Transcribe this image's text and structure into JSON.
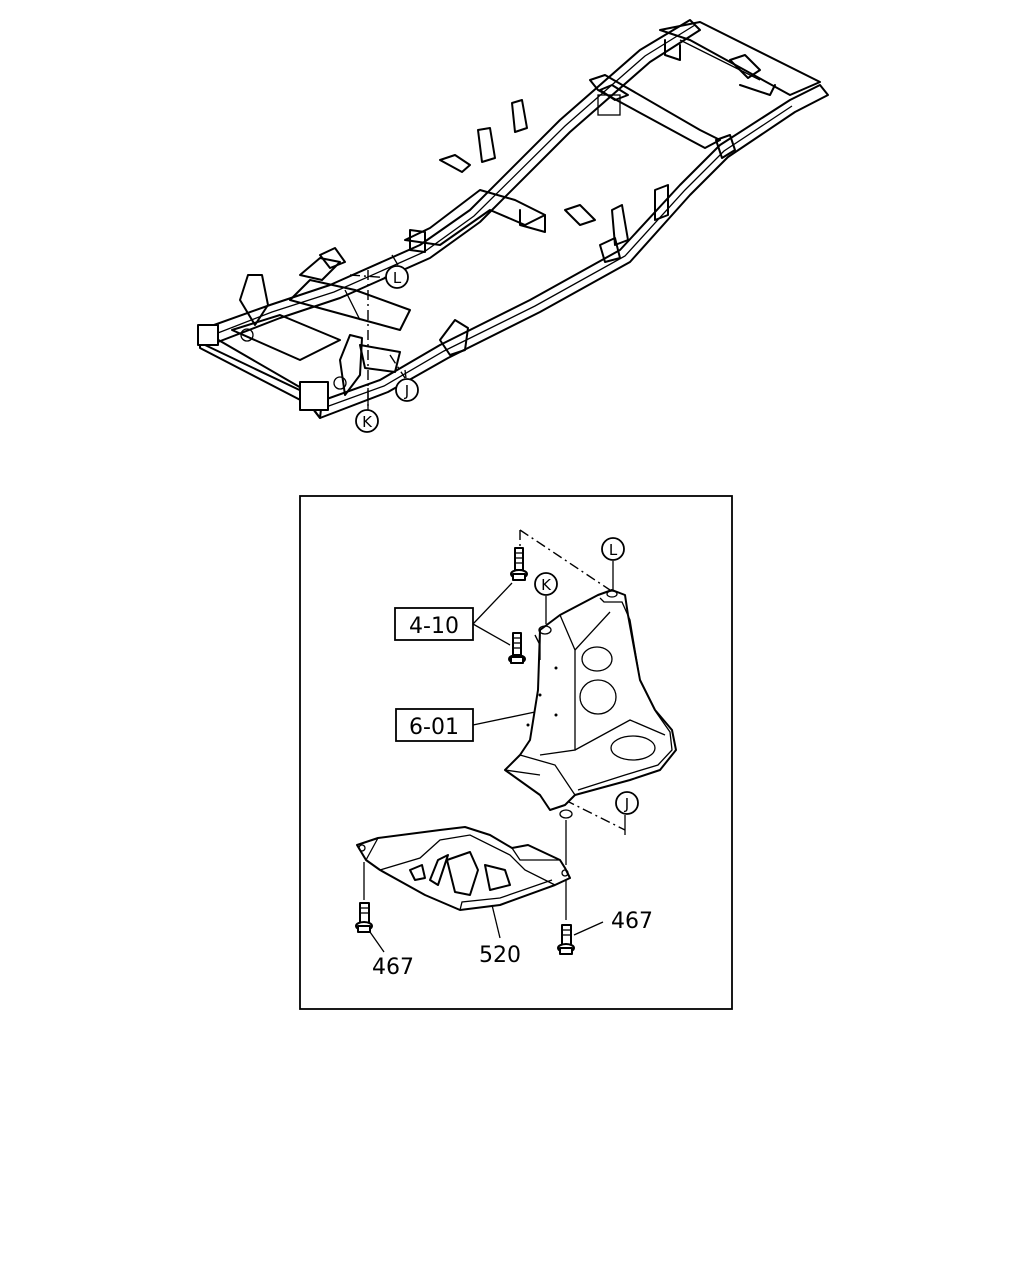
{
  "overview": {
    "callouts": [
      {
        "id": "L",
        "letter": "L"
      },
      {
        "id": "J",
        "letter": "J"
      },
      {
        "id": "K",
        "letter": "K"
      }
    ]
  },
  "detail": {
    "callouts": [
      {
        "id": "L",
        "letter": "L"
      },
      {
        "id": "K",
        "letter": "K"
      },
      {
        "id": "J",
        "letter": "J"
      }
    ],
    "part_labels": {
      "bolt_upper": "4-10",
      "bracket": "6-01",
      "plate": "520",
      "bolt_left": "467",
      "bolt_right": "467"
    }
  }
}
